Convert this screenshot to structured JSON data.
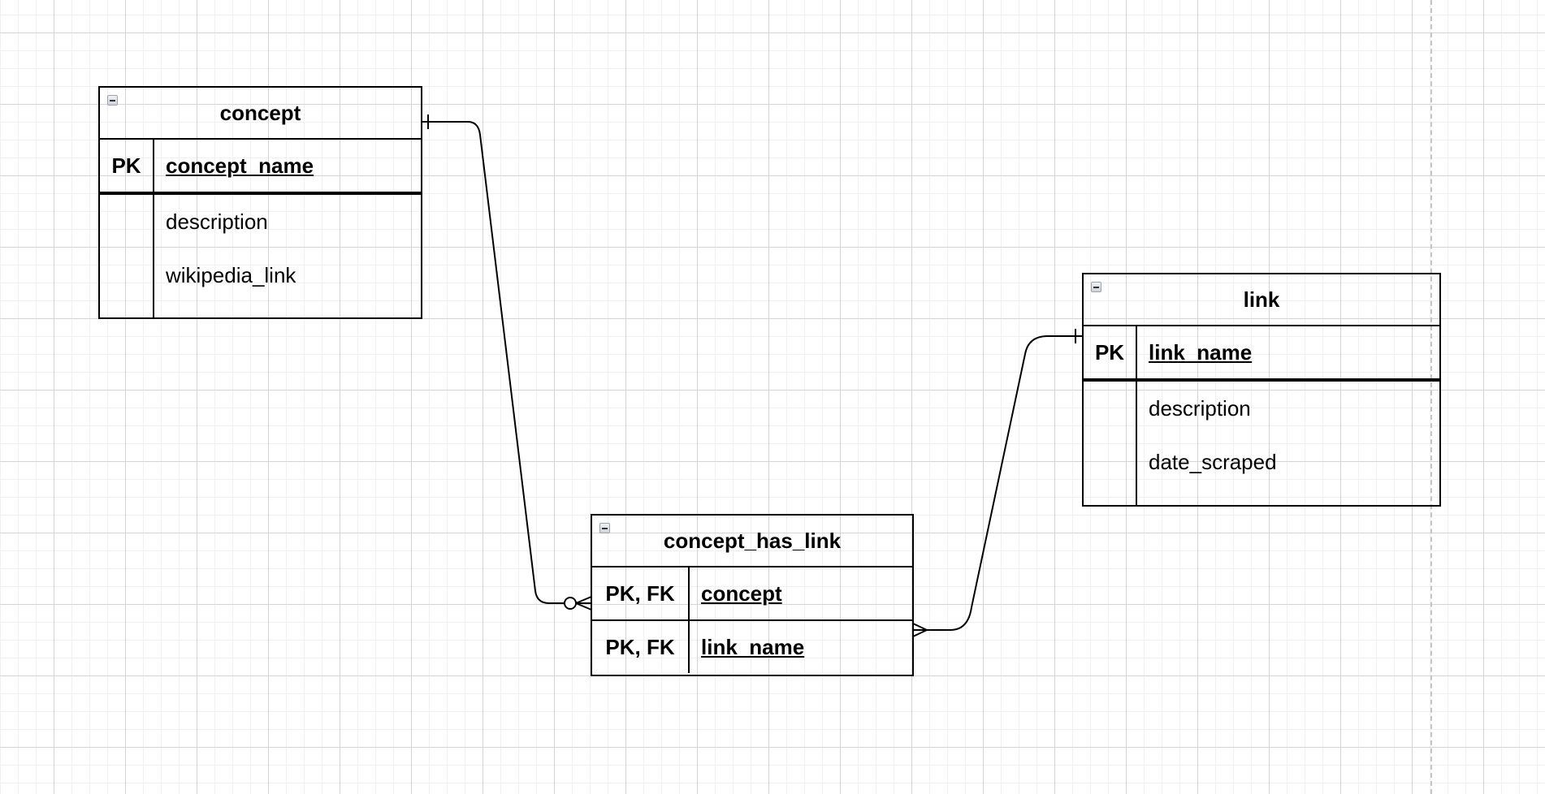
{
  "diagram": {
    "type": "entity-relationship",
    "entities": {
      "concept": {
        "title": "concept",
        "keys": [
          {
            "key": "PK",
            "name": "concept_name"
          }
        ],
        "attributes": [
          "description",
          "wikipedia_link"
        ]
      },
      "concept_has_link": {
        "title": "concept_has_link",
        "keys": [
          {
            "key": "PK, FK",
            "name": "concept"
          },
          {
            "key": "PK, FK",
            "name": "link_name"
          }
        ],
        "attributes": []
      },
      "link": {
        "title": "link",
        "keys": [
          {
            "key": "PK",
            "name": "link_name"
          }
        ],
        "attributes": [
          "description",
          "date_scraped"
        ]
      }
    },
    "relationships": [
      {
        "from": "concept",
        "from_cardinality": "exactly-one",
        "to": "concept_has_link",
        "to_cardinality": "zero-or-many"
      },
      {
        "from": "link",
        "from_cardinality": "exactly-one",
        "to": "concept_has_link",
        "to_cardinality": "one-or-many"
      }
    ]
  },
  "icons": {
    "collapse": "collapse-minus-icon"
  },
  "colors": {
    "stroke": "#000000",
    "grid_major": "#d4d4d4",
    "grid_minor": "#f0f0f0",
    "page_break": "#c4c4c4"
  }
}
